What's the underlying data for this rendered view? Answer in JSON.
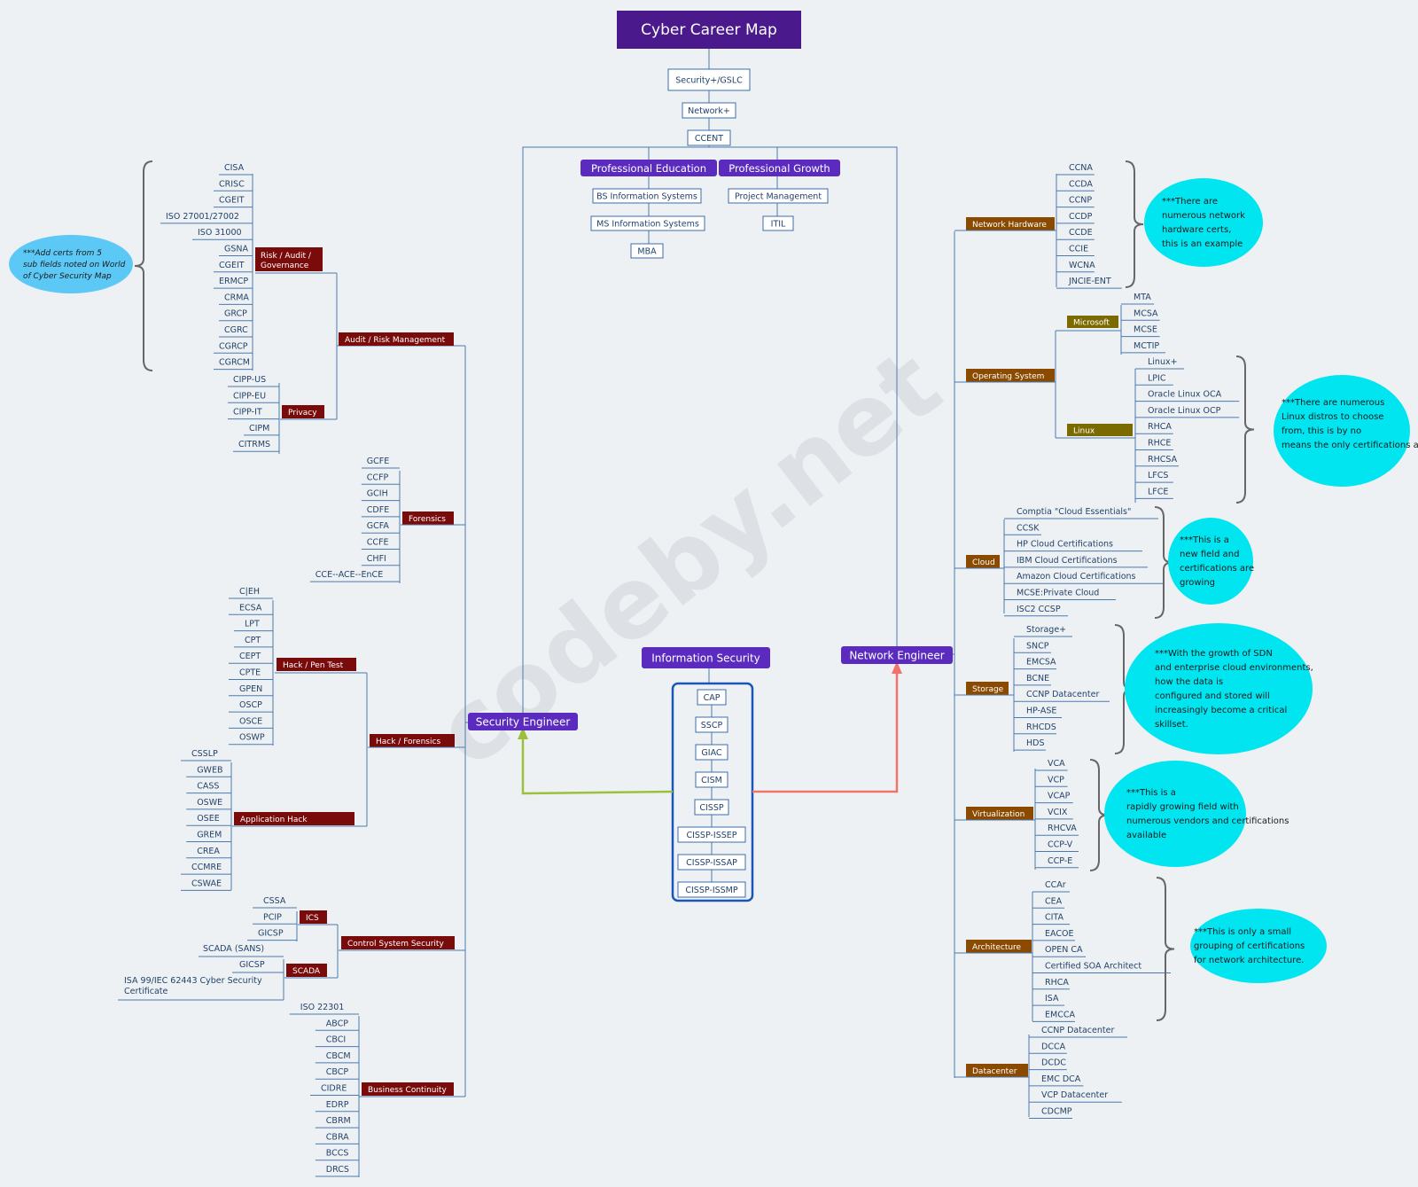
{
  "title": "Cyber Career Map",
  "top_chain": [
    "Security+/GSLC",
    "Network+",
    "CCENT"
  ],
  "colors": {
    "purple": "#5b2bbf",
    "title_bg": "#4a1a8c",
    "red": "#7a0b0b",
    "brown": "#8a4a00",
    "olive": "#7a6a00",
    "line": "#4a7ab0",
    "box_border": "#3c6ea8",
    "text": "#22436a",
    "cyan": "#00e5f0",
    "sky": "#5bc8f5",
    "green": "#9cc03c",
    "salmon": "#f2736a",
    "blue": "#1a56b8"
  },
  "professional_education": {
    "label": "Professional Education",
    "items": [
      "BS Information Systems",
      "MS Information Systems",
      "MBA"
    ]
  },
  "professional_growth": {
    "label": "Professional Growth",
    "items": [
      "Project Management",
      "ITIL"
    ]
  },
  "information_security": {
    "label": "Information Security",
    "certs": [
      "CAP",
      "SSCP",
      "GIAC",
      "CISM",
      "CISSP",
      "CISSP-ISSEP",
      "CISSP-ISSAP",
      "CISSP-ISSMP"
    ]
  },
  "security_engineer": {
    "label": "Security Engineer",
    "audit": {
      "label": "Audit / Risk Management",
      "rag_label": "Risk / Audit / Governance",
      "rag_certs": [
        "CISA",
        "CRISC",
        "CGEIT",
        "ISO 27001/27002",
        "ISO 31000",
        "GSNA",
        "CGEIT",
        "ERMCP",
        "CRMA",
        "GRCP",
        "CGRC",
        "CGRCP",
        "CGRCM"
      ],
      "privacy_label": "Privacy",
      "privacy_certs": [
        "CIPP-US",
        "CIPP-EU",
        "CIPP-IT",
        "CIPM",
        "CITRMS"
      ]
    },
    "forensics": {
      "label": "Forensics",
      "certs": [
        "GCFE",
        "CCFP",
        "GCIH",
        "CDFE",
        "GCFA",
        "CCFE",
        "CHFI",
        "CCE--ACE--EnCE"
      ]
    },
    "hack_forensics": {
      "label": "Hack / Forensics",
      "pentest_label": "Hack / Pen Test",
      "pentest_certs": [
        "C|EH",
        "ECSA",
        "LPT",
        "CPT",
        "CEPT",
        "CPTE",
        "GPEN",
        "OSCP",
        "OSCE",
        "OSWP"
      ],
      "apphack_label": "Application Hack",
      "apphack_certs": [
        "CSSLP",
        "GWEB",
        "CASS",
        "OSWE",
        "OSEE",
        "GREM",
        "CREA",
        "CCMRE",
        "CSWAE"
      ]
    },
    "control": {
      "label": "Control System Security",
      "ics_label": "ICS",
      "ics_certs": [
        "CSSA",
        "PCIP",
        "GICSP"
      ],
      "scada_label": "SCADA",
      "scada_certs": [
        "SCADA (SANS)",
        "GICSP",
        "ISA 99/IEC 62443 Cyber Security Certificate"
      ]
    },
    "bc": {
      "label": "Business Continuity",
      "certs": [
        "ISO 22301",
        "ABCP",
        "CBCI",
        "CBCM",
        "CBCP",
        "CIDRE",
        "EDRP",
        "CBRM",
        "CBRA",
        "BCCS",
        "DRCS"
      ]
    },
    "note": "***Add certs from 5 sub fields noted on World of Cyber Security Map"
  },
  "network_engineer": {
    "label": "Network Engineer",
    "hardware": {
      "label": "Network Hardware",
      "certs": [
        "CCNA",
        "CCDA",
        "CCNP",
        "CCDP",
        "CCDE",
        "CCIE",
        "WCNA",
        "JNCIE-ENT"
      ],
      "note": "***There are numerous network hardware certs, this is an example"
    },
    "os": {
      "label": "Operating System",
      "ms_label": "Microsoft",
      "ms_certs": [
        "MTA",
        "MCSA",
        "MCSE",
        "MCTIP"
      ],
      "linux_label": "Linux",
      "linux_certs": [
        "Linux+",
        "LPIC",
        "Oracle Linux OCA",
        "Oracle Linux OCP",
        "RHCA",
        "RHCE",
        "RHCSA",
        "LFCS",
        "LFCE"
      ],
      "note": "***There are numerous Linux distros to choose from, this is by no means the only certifications available."
    },
    "cloud": {
      "label": "Cloud",
      "certs": [
        "Comptia \"Cloud Essentials\"",
        "CCSK",
        "HP Cloud Certifications",
        "IBM Cloud Certifications",
        "Amazon Cloud Certifications",
        "MCSE:Private Cloud",
        "ISC2 CCSP"
      ],
      "note": "***This is a new field and certifications are growing"
    },
    "storage": {
      "label": "Storage",
      "certs": [
        "Storage+",
        "SNCP",
        "EMCSA",
        "BCNE",
        "CCNP Datacenter",
        "HP-ASE",
        "RHCDS",
        "HDS"
      ],
      "note": "***With the growth of SDN and enterprise cloud environments, how the data is configured and stored will increasingly become a critical skillset."
    },
    "virtualization": {
      "label": "Virtualization",
      "certs": [
        "VCA",
        "VCP",
        "VCAP",
        "VCIX",
        "RHCVA",
        "CCP-V",
        "CCP-E"
      ],
      "note": "***This is a rapidly growing field with numerous vendors and certifications available"
    },
    "architecture": {
      "label": "Architecture",
      "certs": [
        "CCAr",
        "CEA",
        "CITA",
        "EACOE",
        "OPEN CA",
        "Certified SOA Architect",
        "RHCA",
        "ISA",
        "EMCCA"
      ],
      "note": "***This is only a small grouping of certifications for network architecture."
    },
    "datacenter": {
      "label": "Datacenter",
      "certs": [
        "CCNP Datacenter",
        "DCCA",
        "DCDC",
        "EMC DCA",
        "VCP Datacenter",
        "CDCMP"
      ]
    }
  },
  "watermark": "codeby.net"
}
